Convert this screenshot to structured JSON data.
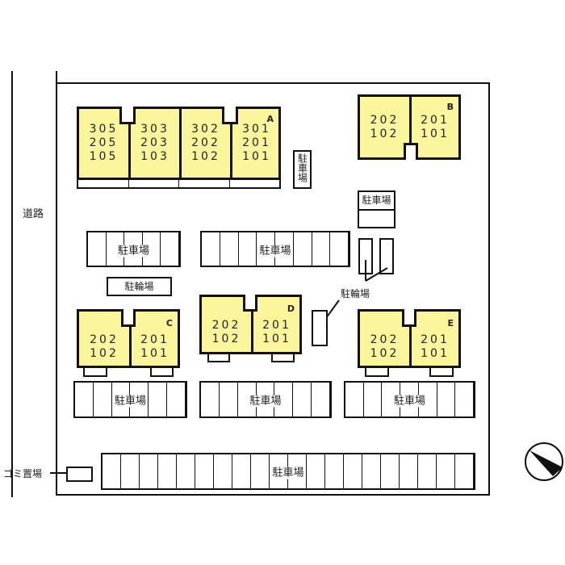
{
  "road_label": "道路",
  "garbage_label": "ゴミ置場",
  "parking_label": "駐車場",
  "bicycle_label": "駐輪場",
  "buildings": {
    "A": {
      "name": "A",
      "units": [
        [
          "305",
          "205",
          "105"
        ],
        [
          "303",
          "203",
          "103"
        ],
        [
          "302",
          "202",
          "102"
        ],
        [
          "301",
          "201",
          "101"
        ]
      ]
    },
    "B": {
      "name": "B",
      "units": [
        [
          "202",
          "102"
        ],
        [
          "201",
          "101"
        ]
      ]
    },
    "C": {
      "name": "C",
      "units": [
        [
          "202",
          "102"
        ],
        [
          "201",
          "101"
        ]
      ]
    },
    "D": {
      "name": "D",
      "units": [
        [
          "202",
          "102"
        ],
        [
          "201",
          "101"
        ]
      ]
    },
    "E": {
      "name": "E",
      "units": [
        [
          "202",
          "102"
        ],
        [
          "201",
          "101"
        ]
      ]
    }
  },
  "parking_lots": {
    "upper_left": {
      "slots": 5
    },
    "upper_center": {
      "slots": 8
    },
    "row_c": {
      "slots": 6
    },
    "row_d": {
      "slots": 7
    },
    "row_e": {
      "slots": 7
    },
    "bottom": {
      "slots": 20
    }
  },
  "compass": "north-arrow",
  "colors": {
    "building_fill": "#fbf59c",
    "line": "#111111"
  }
}
